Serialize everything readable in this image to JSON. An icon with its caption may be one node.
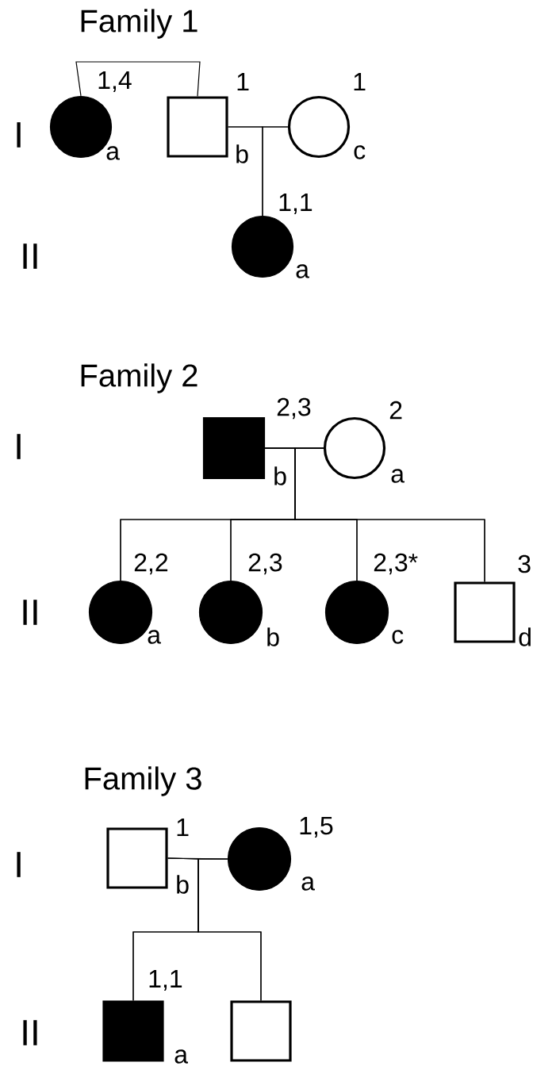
{
  "diagram": {
    "nodes": [
      {
        "text": [],
        "shape": "disc",
        "beside": [
          "1,4",
          "a"
        ]
      },
      {
        "text": [],
        "shape": "box",
        "beside": [
          "1",
          "b"
        ]
      },
      {
        "text": [],
        "shape": "circle",
        "beside": [
          "1",
          "c"
        ]
      },
      {
        "text": [],
        "shape": "disc",
        "beside": [
          "1,1",
          "a"
        ]
      },
      {
        "text": [],
        "shape": "block",
        "beside": [
          "2,3",
          "b"
        ]
      },
      {
        "text": [],
        "shape": "circle",
        "beside": [
          "2",
          "a"
        ]
      },
      {
        "text": [],
        "shape": "disc",
        "beside": [
          "2,2",
          "a"
        ]
      },
      {
        "text": [],
        "shape": "disc",
        "beside": [
          "2,3",
          "b"
        ]
      },
      {
        "text": [],
        "shape": "disc",
        "beside": [
          "2,3*",
          "c"
        ]
      },
      {
        "text": [],
        "shape": "box",
        "beside": [
          "3",
          "d"
        ]
      },
      {
        "text": [],
        "shape": "box",
        "beside": [
          "1",
          "b"
        ]
      },
      {
        "text": [],
        "shape": "disc",
        "beside": [
          "1,5",
          "a"
        ]
      },
      {
        "text": [],
        "shape": "block",
        "beside": [
          "1,1",
          "a"
        ]
      },
      {
        "text": [],
        "shape": "box"
      }
    ],
    "edges": [
      {
        "from": 0,
        "to": 1,
        "arrow": "none"
      },
      {
        "from": 1,
        "to": 2,
        "arrow": "none"
      },
      {
        "from": 1,
        "to": 3,
        "arrow": "none"
      },
      {
        "from": 2,
        "to": 3,
        "arrow": "none"
      },
      {
        "from": 4,
        "to": 5,
        "arrow": "none"
      },
      {
        "from": 4,
        "to": 6,
        "arrow": "none"
      },
      {
        "from": 4,
        "to": 7,
        "arrow": "none"
      },
      {
        "from": 4,
        "to": 8,
        "arrow": "none"
      },
      {
        "from": 4,
        "to": 9,
        "arrow": "none"
      },
      {
        "from": 5,
        "to": 6,
        "arrow": "none"
      },
      {
        "from": 5,
        "to": 7,
        "arrow": "none"
      },
      {
        "from": 5,
        "to": 8,
        "arrow": "none"
      },
      {
        "from": 5,
        "to": 9,
        "arrow": "none"
      },
      {
        "from": 10,
        "to": 11,
        "arrow": "none"
      },
      {
        "from": 10,
        "to": 12,
        "arrow": "none"
      },
      {
        "from": 10,
        "to": 13,
        "arrow": "none"
      },
      {
        "from": 11,
        "to": 12,
        "arrow": "none"
      },
      {
        "from": 11,
        "to": 13,
        "arrow": "none"
      }
    ],
    "labels": [
      "Family 1",
      "I",
      "II",
      "Family 2",
      "I",
      "II",
      "Family 3",
      "I",
      "II"
    ]
  }
}
